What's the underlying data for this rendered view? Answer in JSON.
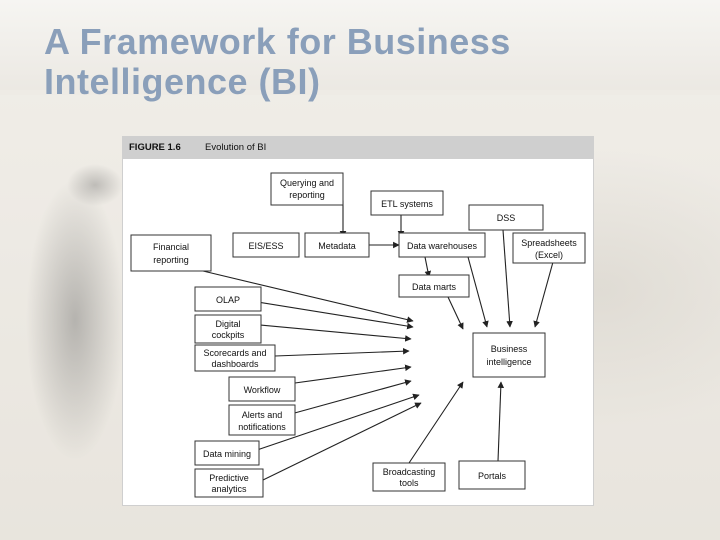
{
  "slide": {
    "title_line1": "A Framework for Business",
    "title_line2": "Intelligence (BI)"
  },
  "figure": {
    "number": "FIGURE 1.6",
    "caption": "Evolution of BI",
    "nodes": {
      "querying": [
        "Querying and",
        "reporting"
      ],
      "etl": [
        "ETL systems"
      ],
      "dss": [
        "DSS"
      ],
      "financial": [
        "Financial",
        "reporting"
      ],
      "eis": [
        "EIS/ESS"
      ],
      "metadata": [
        "Metadata"
      ],
      "warehouses": [
        "Data warehouses"
      ],
      "spreadsheets": [
        "Spreadsheets",
        "(Excel)"
      ],
      "marts": [
        "Data marts"
      ],
      "olap": [
        "OLAP"
      ],
      "cockpits": [
        "Digital",
        "cockpits"
      ],
      "scorecards": [
        "Scorecards and",
        "dashboards"
      ],
      "bi": [
        "Business",
        "intelligence"
      ],
      "workflow": [
        "Workflow"
      ],
      "alerts": [
        "Alerts and",
        "notifications"
      ],
      "mining": [
        "Data mining"
      ],
      "predictive": [
        "Predictive",
        "analytics"
      ],
      "broadcasting": [
        "Broadcasting",
        "tools"
      ],
      "portals": [
        "Portals"
      ]
    }
  },
  "colors": {
    "title": "#8a9fba",
    "caption_bar": "#cfcfcf"
  }
}
